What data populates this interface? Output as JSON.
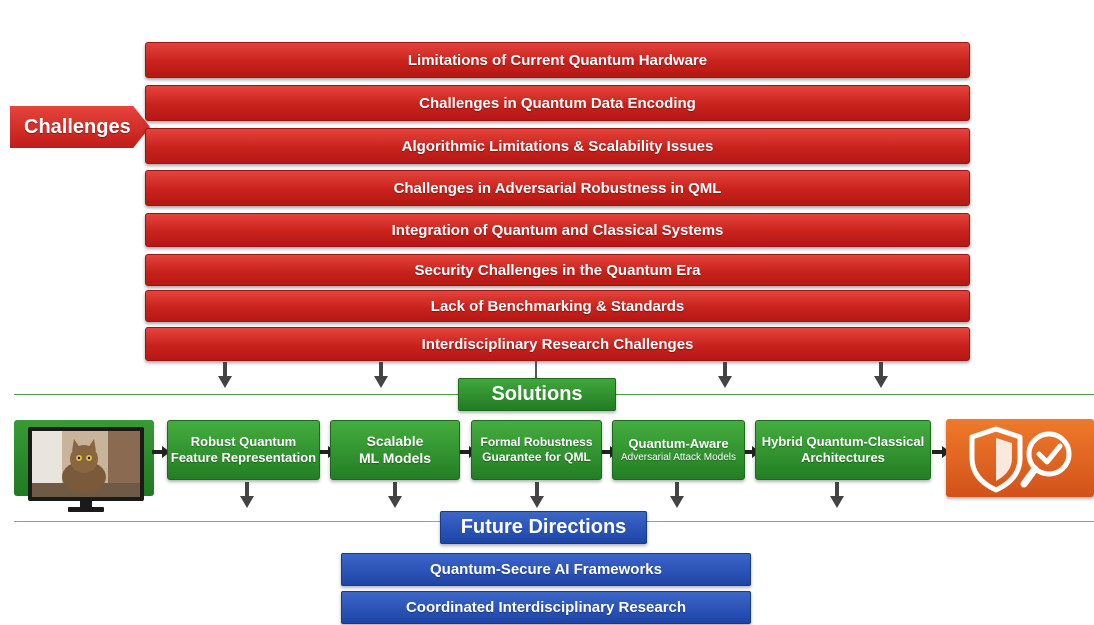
{
  "challenges": {
    "tag": "Challenges",
    "items": [
      "Limitations of Current Quantum Hardware",
      "Challenges in Quantum Data Encoding",
      "Algorithmic Limitations & Scalability Issues",
      "Challenges in Adversarial Robustness in QML",
      "Integration of Quantum and Classical Systems",
      "Security Challenges in the Quantum Era",
      "Lack of Benchmarking & Standards",
      "Interdisciplinary Research Challenges"
    ]
  },
  "solutions": {
    "title": "Solutions",
    "items": [
      {
        "line1": "Robust Quantum",
        "line2": "Feature Representation"
      },
      {
        "line1": "Scalable",
        "line2": "ML Models"
      },
      {
        "line1": "Formal Robustness",
        "line2": "Guarantee for QML"
      },
      {
        "line1": "Quantum-Aware",
        "line2": "Adversarial Attack Models"
      },
      {
        "line1": "Hybrid Quantum-Classical",
        "line2": "Architectures"
      }
    ]
  },
  "future": {
    "title": "Future Directions",
    "items": [
      "Quantum-Secure AI Frameworks",
      "Coordinated Interdisciplinary Research"
    ]
  },
  "icons": {
    "input": "monitor-with-cat-image-icon",
    "output": "shield-with-magnifier-check-icon"
  },
  "colors": {
    "challenge_red": "#c9221d",
    "solution_green": "#2a8a2a",
    "future_blue": "#1d44a6",
    "output_orange": "#e2621b",
    "divider_green": "#4a9a4a",
    "divider_blue": "#7fa3c9"
  }
}
